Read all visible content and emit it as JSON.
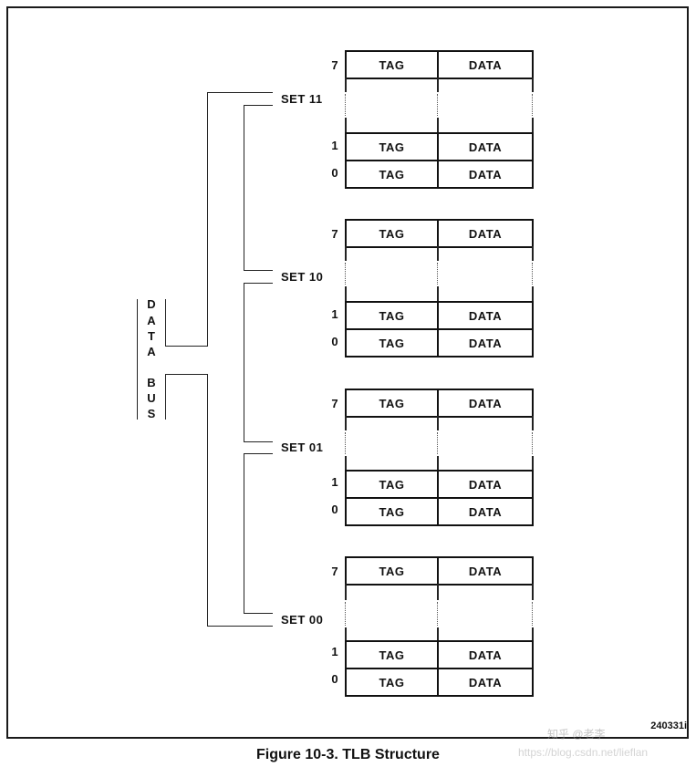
{
  "figure": {
    "caption": "Figure 10-3.  TLB Structure",
    "figure_id": "240331i"
  },
  "bus": {
    "letters_top": [
      "D",
      "A",
      "T",
      "A"
    ],
    "letters_bottom": [
      "B",
      "U",
      "S"
    ]
  },
  "sets": [
    {
      "label": "SET 11",
      "rows": [
        {
          "index": "7",
          "tag": "TAG",
          "data": "DATA"
        },
        {
          "index": "1",
          "tag": "TAG",
          "data": "DATA"
        },
        {
          "index": "0",
          "tag": "TAG",
          "data": "DATA"
        }
      ]
    },
    {
      "label": "SET 10",
      "rows": [
        {
          "index": "7",
          "tag": "TAG",
          "data": "DATA"
        },
        {
          "index": "1",
          "tag": "TAG",
          "data": "DATA"
        },
        {
          "index": "0",
          "tag": "TAG",
          "data": "DATA"
        }
      ]
    },
    {
      "label": "SET 01",
      "rows": [
        {
          "index": "7",
          "tag": "TAG",
          "data": "DATA"
        },
        {
          "index": "1",
          "tag": "TAG",
          "data": "DATA"
        },
        {
          "index": "0",
          "tag": "TAG",
          "data": "DATA"
        }
      ]
    },
    {
      "label": "SET 00",
      "rows": [
        {
          "index": "7",
          "tag": "TAG",
          "data": "DATA"
        },
        {
          "index": "1",
          "tag": "TAG",
          "data": "DATA"
        },
        {
          "index": "0",
          "tag": "TAG",
          "data": "DATA"
        }
      ]
    }
  ],
  "watermark": {
    "line1": "知乎 @老李",
    "line2": "https://blog.csdn.net/lieflan"
  }
}
